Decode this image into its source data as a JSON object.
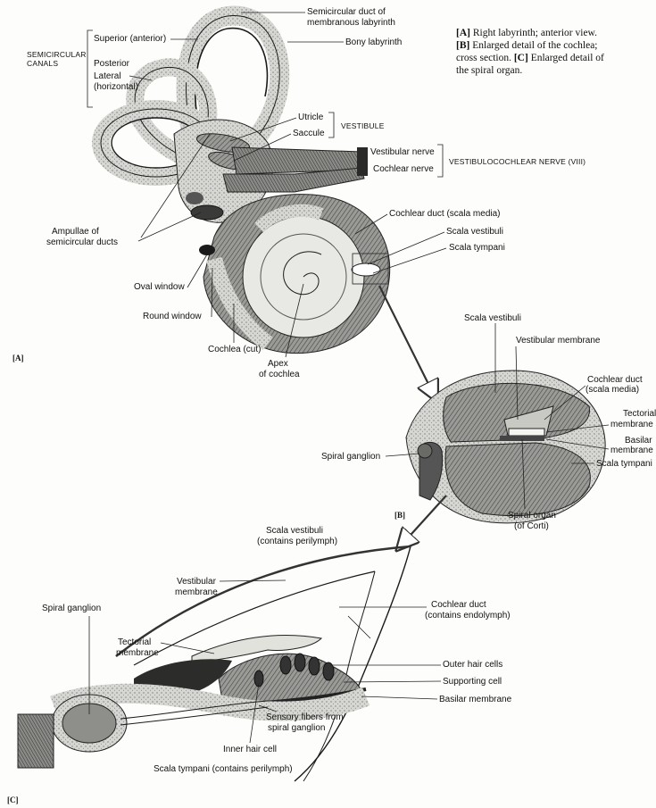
{
  "caption": {
    "line1_b": "[A]",
    "line1": " Right labyrinth; anterior view.",
    "line2_b": "[B]",
    "line2": " Enlarged detail of the cochlea;",
    "line3": "cross section. ",
    "line3_b": "[C]",
    "line3_c": " Enlarged detail of",
    "line4": "the spiral organ."
  },
  "panels": {
    "a": "[A]",
    "b": "[B]",
    "c": "[C]"
  },
  "panelA": {
    "semicircular_duct_1": "Semicircular duct of",
    "semicircular_duct_2": "membranous labyrinth",
    "bony_labyrinth": "Bony labyrinth",
    "semicircular_canals_1": "SEMICIRCULAR",
    "semicircular_canals_2": "CANALS",
    "superior": "Superior (anterior)",
    "posterior": "Posterior",
    "lateral": "Lateral",
    "horizontal": "(horizontal)",
    "utricle": "Utricle",
    "saccule": "Saccule",
    "vestibule": "VESTIBULE",
    "vestibular_nerve": "Vestibular nerve",
    "cochlear_nerve": "Cochlear nerve",
    "vestibulocochlear": "VESTIBULOCOCHLEAR NERVE (VIII)",
    "ampullae_1": "Ampullae of",
    "ampullae_2": "semicircular ducts",
    "cochlear_duct": "Cochlear duct (scala media)",
    "scala_vestibuli": "Scala vestibuli",
    "scala_tympani": "Scala tympani",
    "oval_window": "Oval window",
    "round_window": "Round window",
    "cochlea_cut": "Cochlea (cut)",
    "apex_1": "Apex",
    "apex_2": "of cochlea"
  },
  "panelB": {
    "scala_vestibuli": "Scala vestibuli",
    "vestibular_membrane": "Vestibular membrane",
    "cochlear_duct_1": "Cochlear duct",
    "cochlear_duct_2": "(scala media)",
    "tectorial_1": "Tectorial",
    "tectorial_2": "membrane",
    "basilar_1": "Basilar",
    "basilar_2": "membrane",
    "spiral_ganglion": "Spiral ganglion",
    "scala_tympani": "Scala tympani",
    "spiral_organ_1": "Spiral organ",
    "spiral_organ_2": "(of Corti)"
  },
  "panelC": {
    "scala_vestibuli_1": "Scala vestibuli",
    "scala_vestibuli_2": "(contains perilymph)",
    "vestibular_membrane_1": "Vestibular",
    "vestibular_membrane_2": "membrane",
    "spiral_ganglion": "Spiral ganglion",
    "cochlear_duct_1": "Cochlear duct",
    "cochlear_duct_2": "(contains endolymph)",
    "tectorial_1": "Tectorial",
    "tectorial_2": "membrane",
    "outer_hair_cells": "Outer hair cells",
    "supporting_cell": "Supporting cell",
    "basilar_membrane": "Basilar membrane",
    "sensory_fibers_1": "Sensory fibers from",
    "sensory_fibers_2": "spiral ganglion",
    "inner_hair_cell": "Inner hair cell",
    "scala_tympani": "Scala tympani (contains perilymph)"
  }
}
